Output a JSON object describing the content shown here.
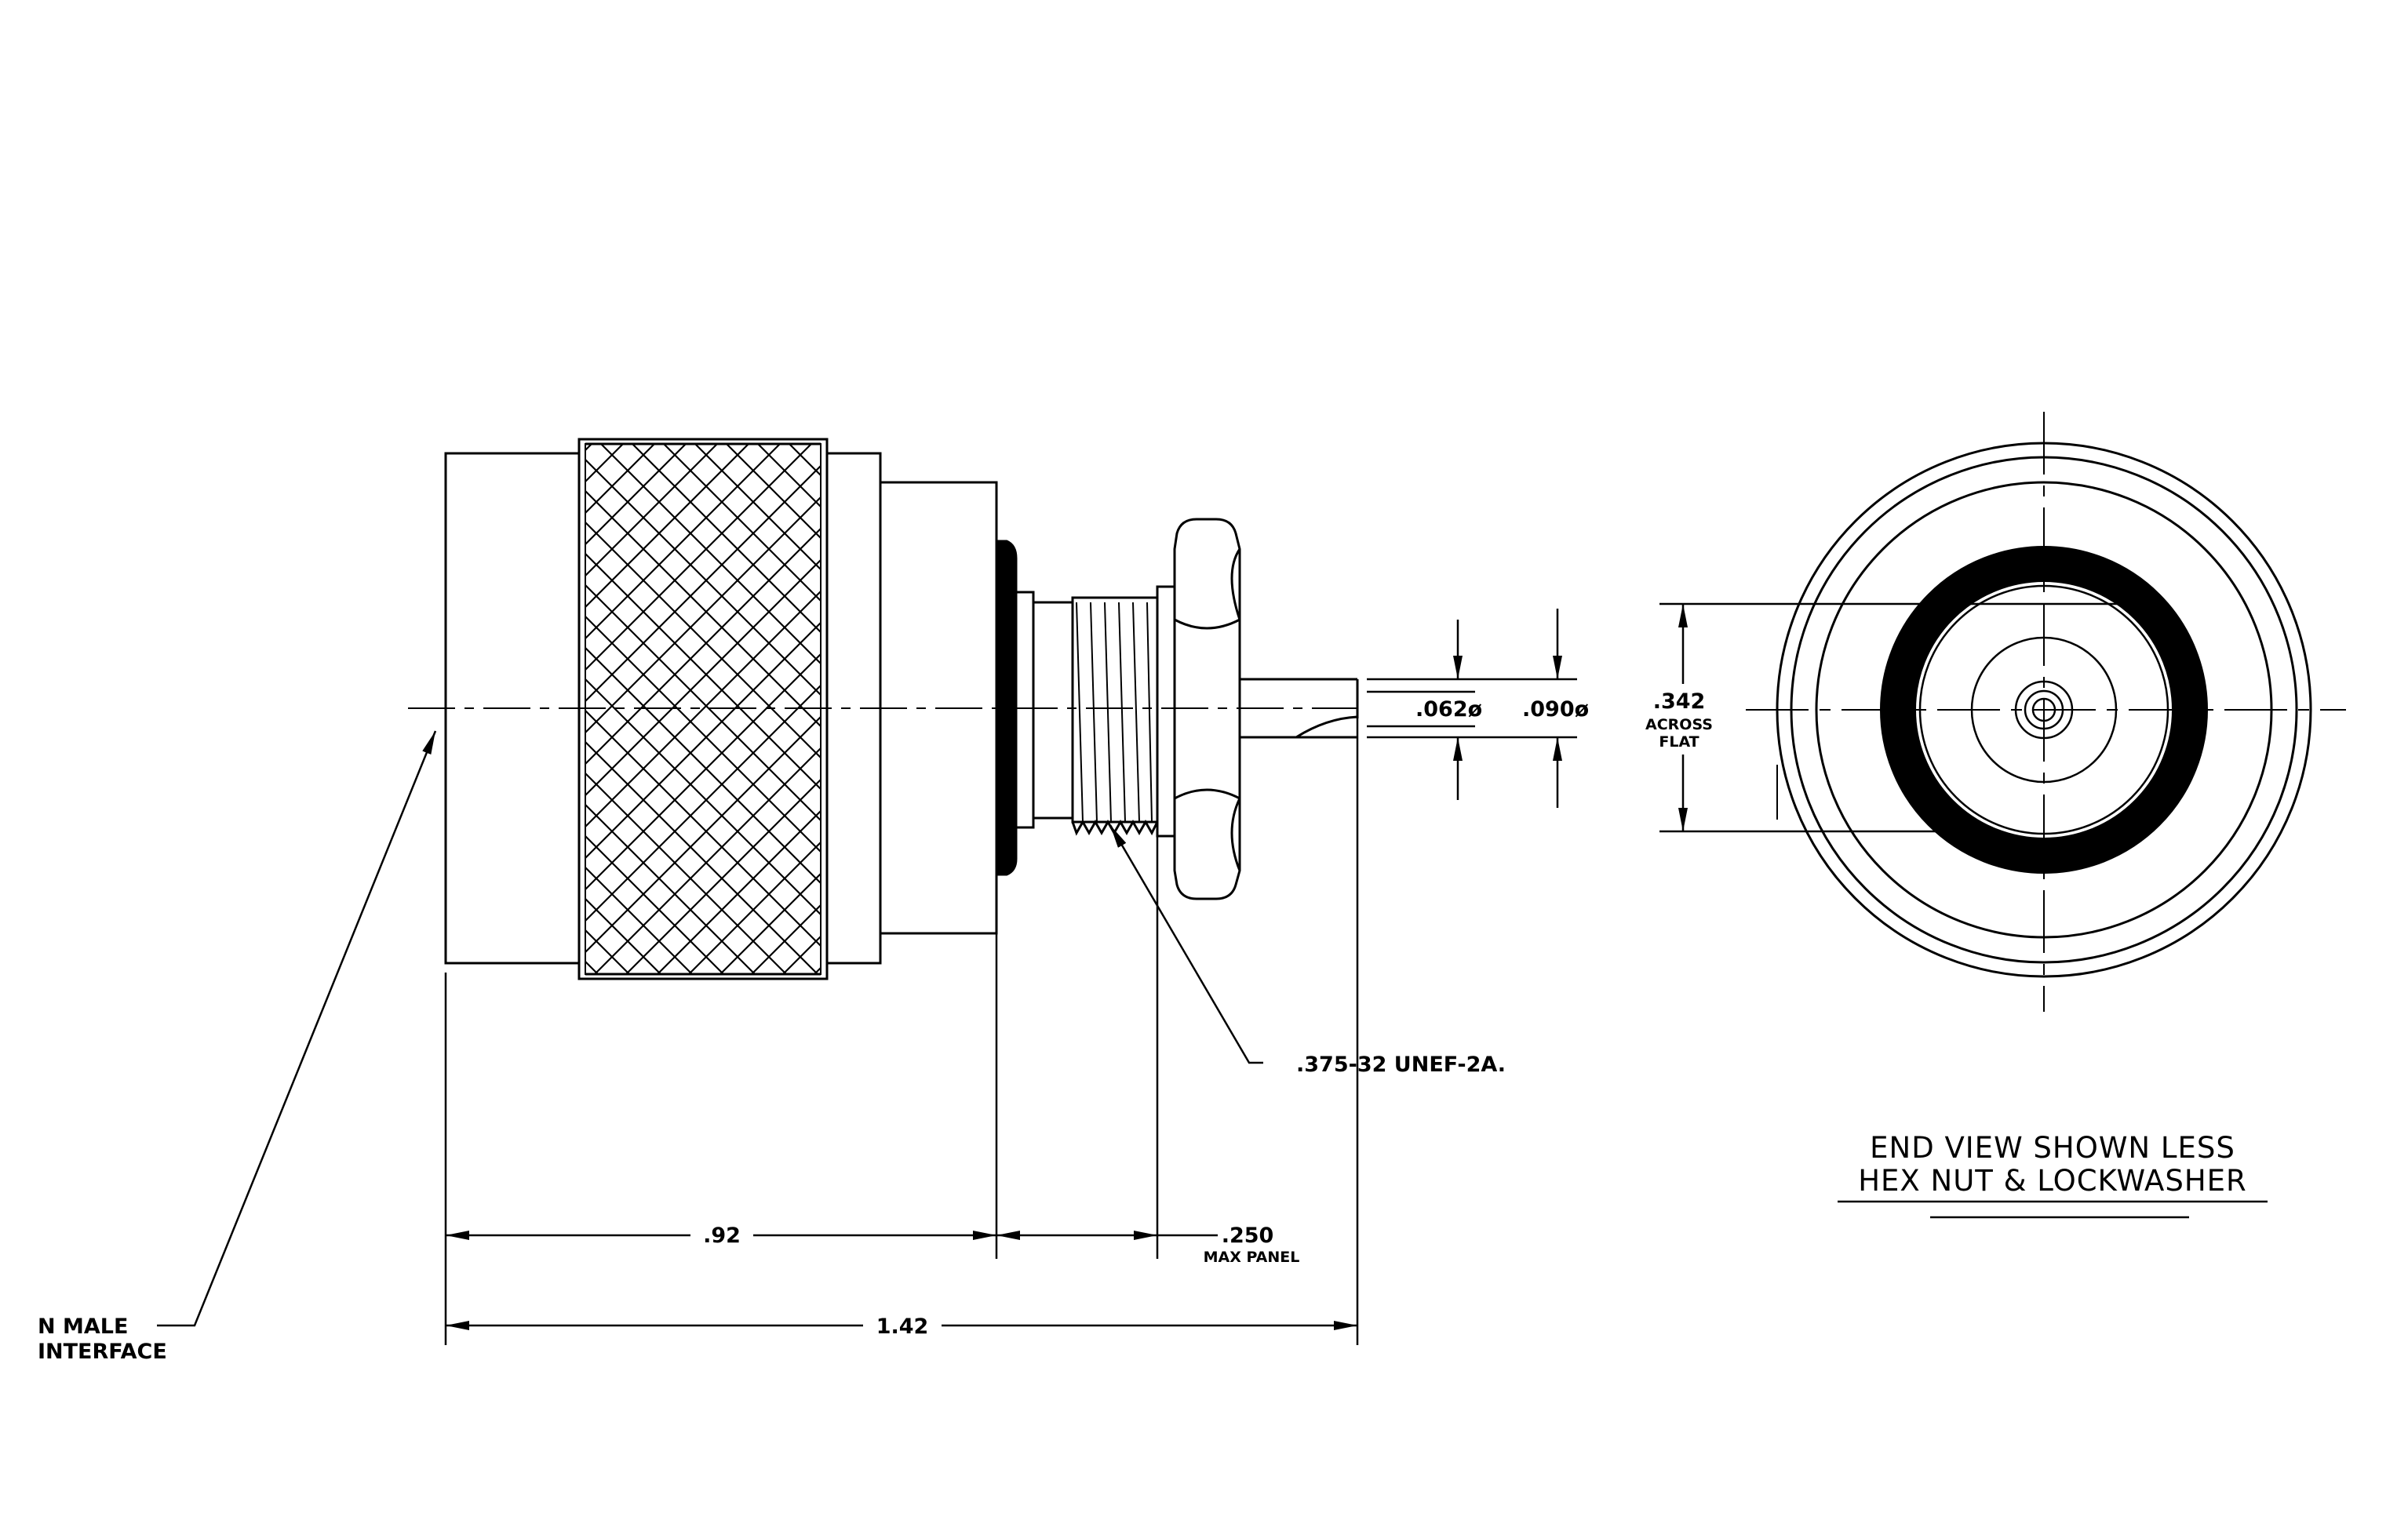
{
  "callouts": {
    "interface_line1": "N MALE",
    "interface_line2": "INTERFACE",
    "thread": ".375-32 UNEF-2A.",
    "pin_dia": ".062ø",
    "dielectric_dia": ".090ø",
    "across_flat_value": ".342",
    "across_flat_line1": "ACROSS",
    "across_flat_line2": "FLAT"
  },
  "dimensions": {
    "body_length": ".92",
    "panel_value": ".250",
    "panel_note": "MAX PANEL",
    "overall_length": "1.42"
  },
  "end_view": {
    "note_line1": "END VIEW SHOWN LESS",
    "note_line2": "HEX NUT & LOCKWASHER"
  },
  "colors": {
    "ink": "#000000",
    "paper": "#ffffff"
  }
}
